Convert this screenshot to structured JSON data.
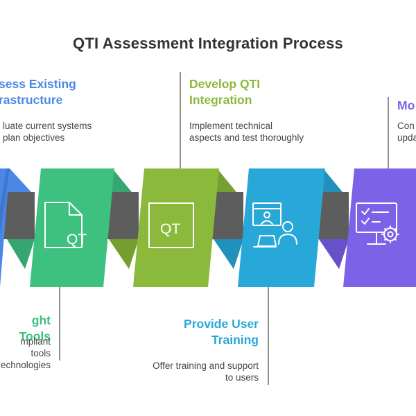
{
  "title": "QTI Assessment Integration Process",
  "steps": [
    {
      "title": "Assess Existing\nInfrastructure",
      "description": "Evaluate current systems\nand plan objectives",
      "visible_title": "sess Existing\nrastructure",
      "visible_description": "luate current systems\nplan objectives",
      "color": "#4b87e6",
      "icon": "partial-icon"
    },
    {
      "title": "Select the Right Tools",
      "description": "Choose compliant tools\nand technologies",
      "visible_title": "ght Tools",
      "visible_description": "mpliant tools\nechnologies",
      "color": "#3ec07f",
      "icon": "qti-document-icon",
      "icon_text": "QT"
    },
    {
      "title": "Develop QTI\nIntegration",
      "description": "Implement technical\naspects and test thoroughly",
      "color": "#8ab93b",
      "icon": "qti-frame-icon",
      "icon_text": "QT"
    },
    {
      "title": "Provide User\nTraining",
      "description": "Offer training and support\nto users",
      "color": "#27a8d8",
      "icon": "user-training-icon"
    },
    {
      "title": "Monitor",
      "description": "Continuously\nupdate",
      "visible_title": "Mo",
      "visible_description": "Con\nupda",
      "color": "#7b62e6",
      "icon": "monitor-settings-icon"
    }
  ],
  "connector_color": "#5d5d5d"
}
